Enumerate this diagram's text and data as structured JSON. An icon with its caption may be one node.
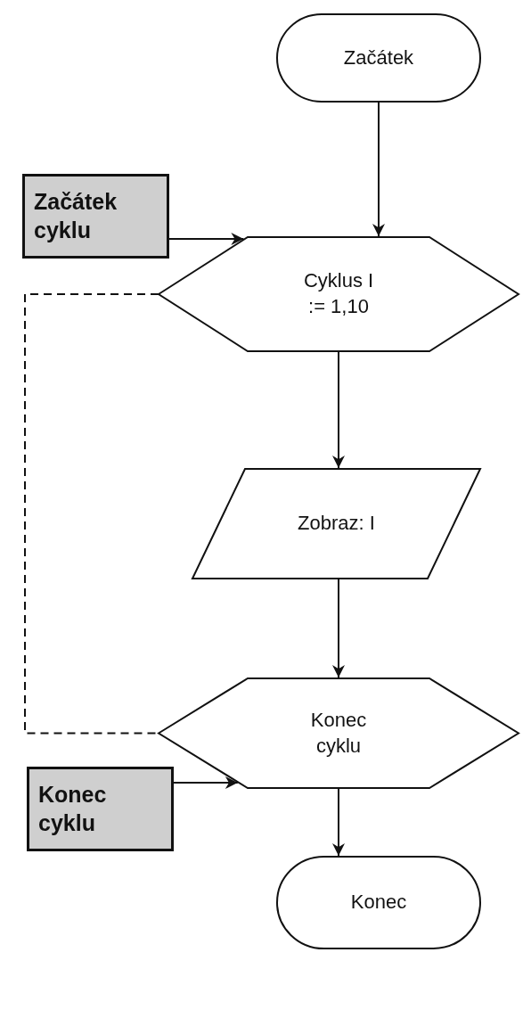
{
  "diagram": {
    "nodes": [
      {
        "text": [
          "Začátek"
        ]
      },
      {
        "text": [
          "Začátek cyklu"
        ]
      },
      {
        "text": [
          "Cyklus I := 1,10"
        ]
      },
      {
        "text": [
          "Zobraz: I"
        ]
      },
      {
        "text": [
          "Konec cyklu"
        ]
      },
      {
        "text": [
          "Konec cyklu"
        ]
      },
      {
        "text": [
          "Konec"
        ]
      }
    ],
    "edges": [
      {
        "from": 0,
        "to": 2,
        "arrow": "to"
      },
      {
        "from": 1,
        "to": 2,
        "arrow": "to"
      },
      {
        "from": 2,
        "to": 3,
        "arrow": "to"
      },
      {
        "from": 3,
        "to": 4,
        "arrow": "to"
      },
      {
        "from": 2,
        "to": 4,
        "arrow": "none",
        "style": "dashed"
      },
      {
        "from": 5,
        "to": 4,
        "arrow": "to"
      },
      {
        "from": 4,
        "to": 6,
        "arrow": "to"
      }
    ]
  }
}
